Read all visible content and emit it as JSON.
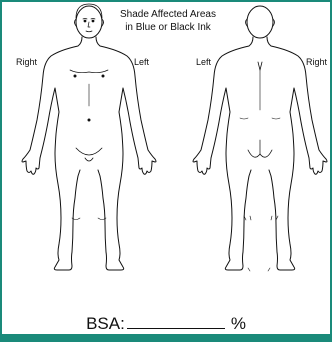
{
  "instructions": {
    "line1": "Shade Affected Areas",
    "line2": "in Blue or Black Ink"
  },
  "front_view": {
    "right_label": "Right",
    "left_label": "Left"
  },
  "back_view": {
    "left_label": "Left",
    "right_label": "Right"
  },
  "bsa": {
    "label": "BSA:",
    "value": "",
    "unit": "%"
  },
  "colors": {
    "frame": "#1a8a7a",
    "ink": "#111111"
  }
}
